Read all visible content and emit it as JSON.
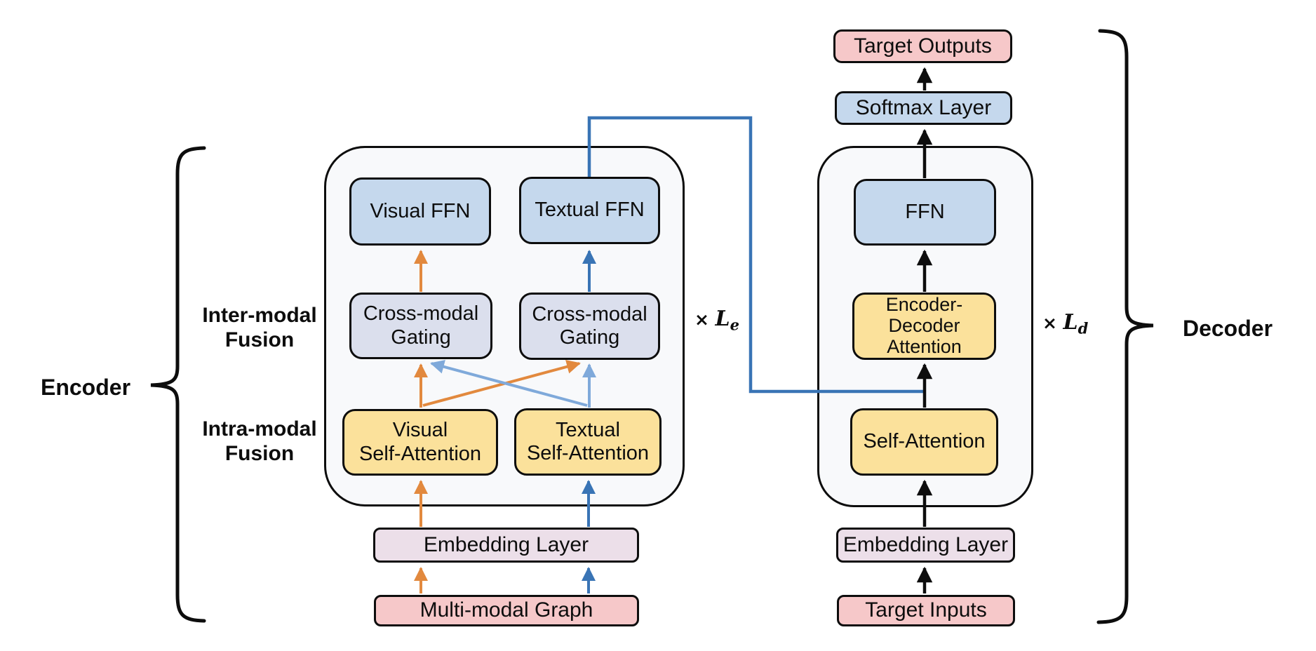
{
  "colors": {
    "box_blue": "#c5d8ed",
    "box_gating": "#dbdfed",
    "box_yellow": "#fbe19b",
    "box_embedding": "#ecdfe9",
    "box_pink": "#f6c8c9",
    "container_fill": "#f8f9fb",
    "outline": "#0d0d0d",
    "arrow_orange": "#e2893e",
    "arrow_blue": "#3974b5",
    "arrow_lightblue": "#7fa9da",
    "arrow_black": "#0d0d0d"
  },
  "encoder": {
    "brace_label": "Encoder",
    "row_labels": {
      "inter_modal": {
        "line1": "Inter-modal",
        "line2": "Fusion"
      },
      "intra_modal": {
        "line1": "Intra-modal",
        "line2": "Fusion"
      }
    },
    "repeat": {
      "times": "×",
      "symbol": "L",
      "sub": "e"
    },
    "blocks": {
      "visual_ffn": "Visual FFN",
      "textual_ffn": "Textual FFN",
      "gating_left": {
        "line1": "Cross-modal",
        "line2": "Gating"
      },
      "gating_right": {
        "line1": "Cross-modal",
        "line2": "Gating"
      },
      "visual_sa": {
        "line1": "Visual",
        "line2": "Self-Attention"
      },
      "textual_sa": {
        "line1": "Textual",
        "line2": "Self-Attention"
      }
    },
    "io": {
      "embedding": "Embedding Layer",
      "input": "Multi-modal Graph"
    }
  },
  "decoder": {
    "brace_label": "Decoder",
    "repeat": {
      "times": "×",
      "symbol": "L",
      "sub": "d"
    },
    "blocks": {
      "ffn": "FFN",
      "enc_dec_attention": {
        "line1": "Encoder-",
        "line2": "Decoder",
        "line3": "Attention"
      },
      "self_attention": "Self-Attention"
    },
    "io": {
      "output": "Target Outputs",
      "softmax": "Softmax Layer",
      "embedding": "Embedding Layer",
      "input": "Target Inputs"
    }
  }
}
